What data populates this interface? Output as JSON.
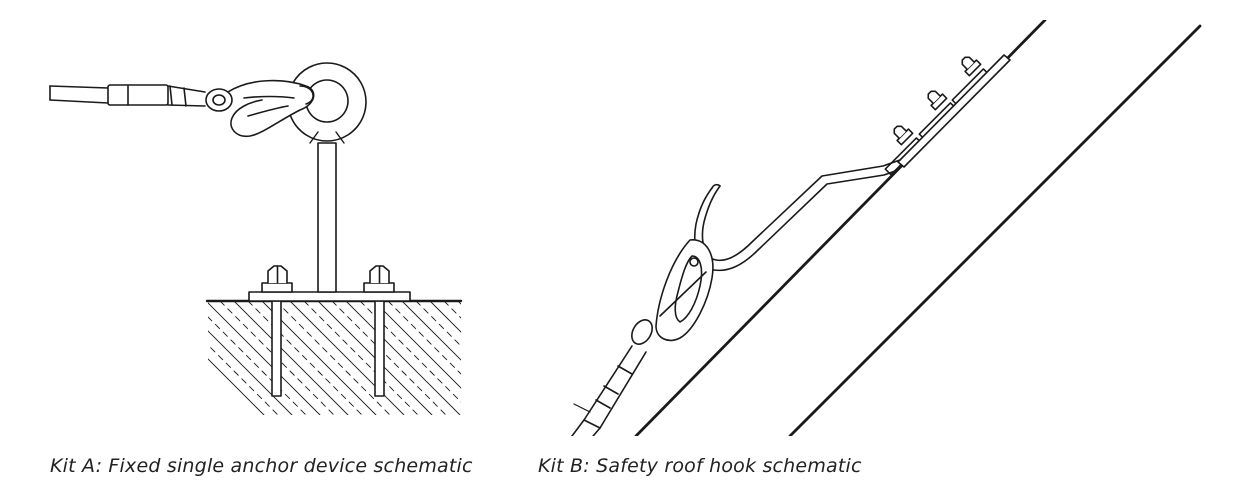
{
  "figures": [
    {
      "id": "kit-a",
      "caption": "Kit A: Fixed single anchor device schematic"
    },
    {
      "id": "kit-b",
      "caption": "Kit B: Safety roof hook schematic"
    }
  ],
  "colors": {
    "line": "#1a1a1a",
    "background": "#ffffff"
  }
}
